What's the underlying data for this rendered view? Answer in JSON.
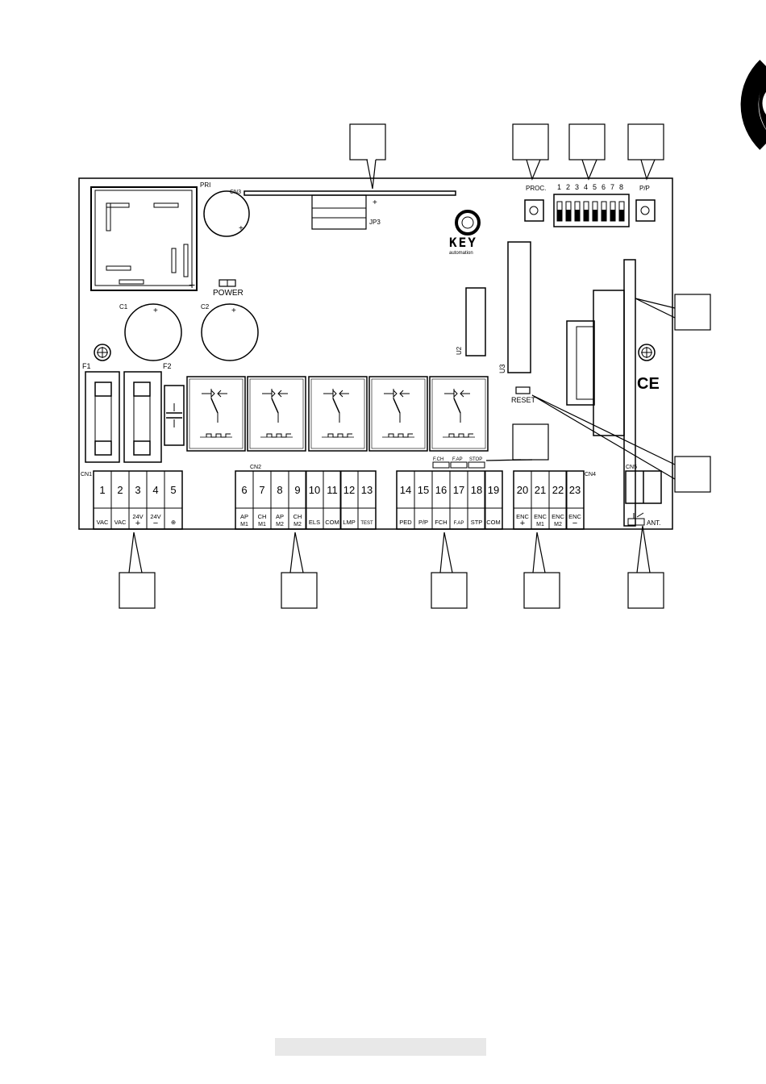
{
  "board": {
    "labels": {
      "pri": "PRI",
      "cn3": "CN3",
      "jp3": "JP3",
      "plus_cn3": "+",
      "brand": "KEY",
      "brand_sub": "automation",
      "power_led": "POWER",
      "c1": "C1",
      "c2": "C2",
      "c1_plus": "+",
      "c2_plus": "+",
      "pri_plus": "+",
      "trafo_plus": "+",
      "u2": "U2",
      "u3": "U3",
      "f1": "F1",
      "f2": "F2",
      "proc": "PROC.",
      "pp_button": "P/P",
      "reset": "RESET",
      "ce": "CE",
      "cn1": "CN1",
      "cn2": "CN2",
      "cn4": "CN4",
      "cn5": "CN5",
      "ant": "ANT.",
      "dip_numbers": [
        "1",
        "2",
        "3",
        "4",
        "5",
        "6",
        "7",
        "8"
      ],
      "led_fch": "F.CH",
      "led_fap": "F.AP",
      "led_stop": "STOP"
    },
    "terminals": [
      {
        "num": "1",
        "label": "VAC",
        "label2": ""
      },
      {
        "num": "2",
        "label": "VAC",
        "label2": ""
      },
      {
        "num": "3",
        "label": "24V",
        "label2": "+"
      },
      {
        "num": "4",
        "label": "24V",
        "label2": "−"
      },
      {
        "num": "5",
        "label": "⊕",
        "label2": ""
      },
      {
        "num": "6",
        "label": "AP",
        "label2": "M1"
      },
      {
        "num": "7",
        "label": "CH",
        "label2": "M1"
      },
      {
        "num": "8",
        "label": "AP",
        "label2": "M2"
      },
      {
        "num": "9",
        "label": "CH",
        "label2": "M2"
      },
      {
        "num": "10",
        "label": "ELS",
        "label2": ""
      },
      {
        "num": "11",
        "label": "COM",
        "label2": ""
      },
      {
        "num": "12",
        "label": "LMP",
        "label2": ""
      },
      {
        "num": "13",
        "label": "TEST",
        "label2": ""
      },
      {
        "num": "14",
        "label": "PED",
        "label2": ""
      },
      {
        "num": "15",
        "label": "P/P",
        "label2": ""
      },
      {
        "num": "16",
        "label": "FCH",
        "label2": ""
      },
      {
        "num": "17",
        "label": "F.AP",
        "label2": ""
      },
      {
        "num": "18",
        "label": "STP",
        "label2": ""
      },
      {
        "num": "19",
        "label": "COM",
        "label2": ""
      },
      {
        "num": "20",
        "label": "ENC",
        "label2": "+"
      },
      {
        "num": "21",
        "label": "ENC",
        "label2": "M1"
      },
      {
        "num": "22",
        "label": "ENC",
        "label2": "M2"
      },
      {
        "num": "23",
        "label": "ENC",
        "label2": "−"
      }
    ]
  }
}
